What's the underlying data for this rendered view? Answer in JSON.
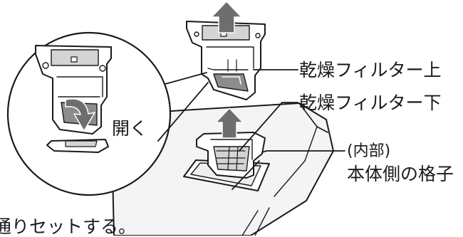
{
  "labels": {
    "filter_upper": "乾燥フィルター上",
    "filter_lower": "乾燥フィルター下",
    "open": "開く",
    "inner_line1": "(内部)",
    "inner_line2": "本体側の格子",
    "bottom_text": "通りセットする。"
  },
  "colors": {
    "line": "#1a1a1a",
    "fill_light": "#ffffff",
    "fill_gray": "#d4d4d4",
    "fill_dark": "#8c8c8c",
    "arrow": "#6e6e6e",
    "body_shade": "#f4f4f4"
  },
  "icons": [
    "up-arrow-icon",
    "open-arrow-icon"
  ]
}
